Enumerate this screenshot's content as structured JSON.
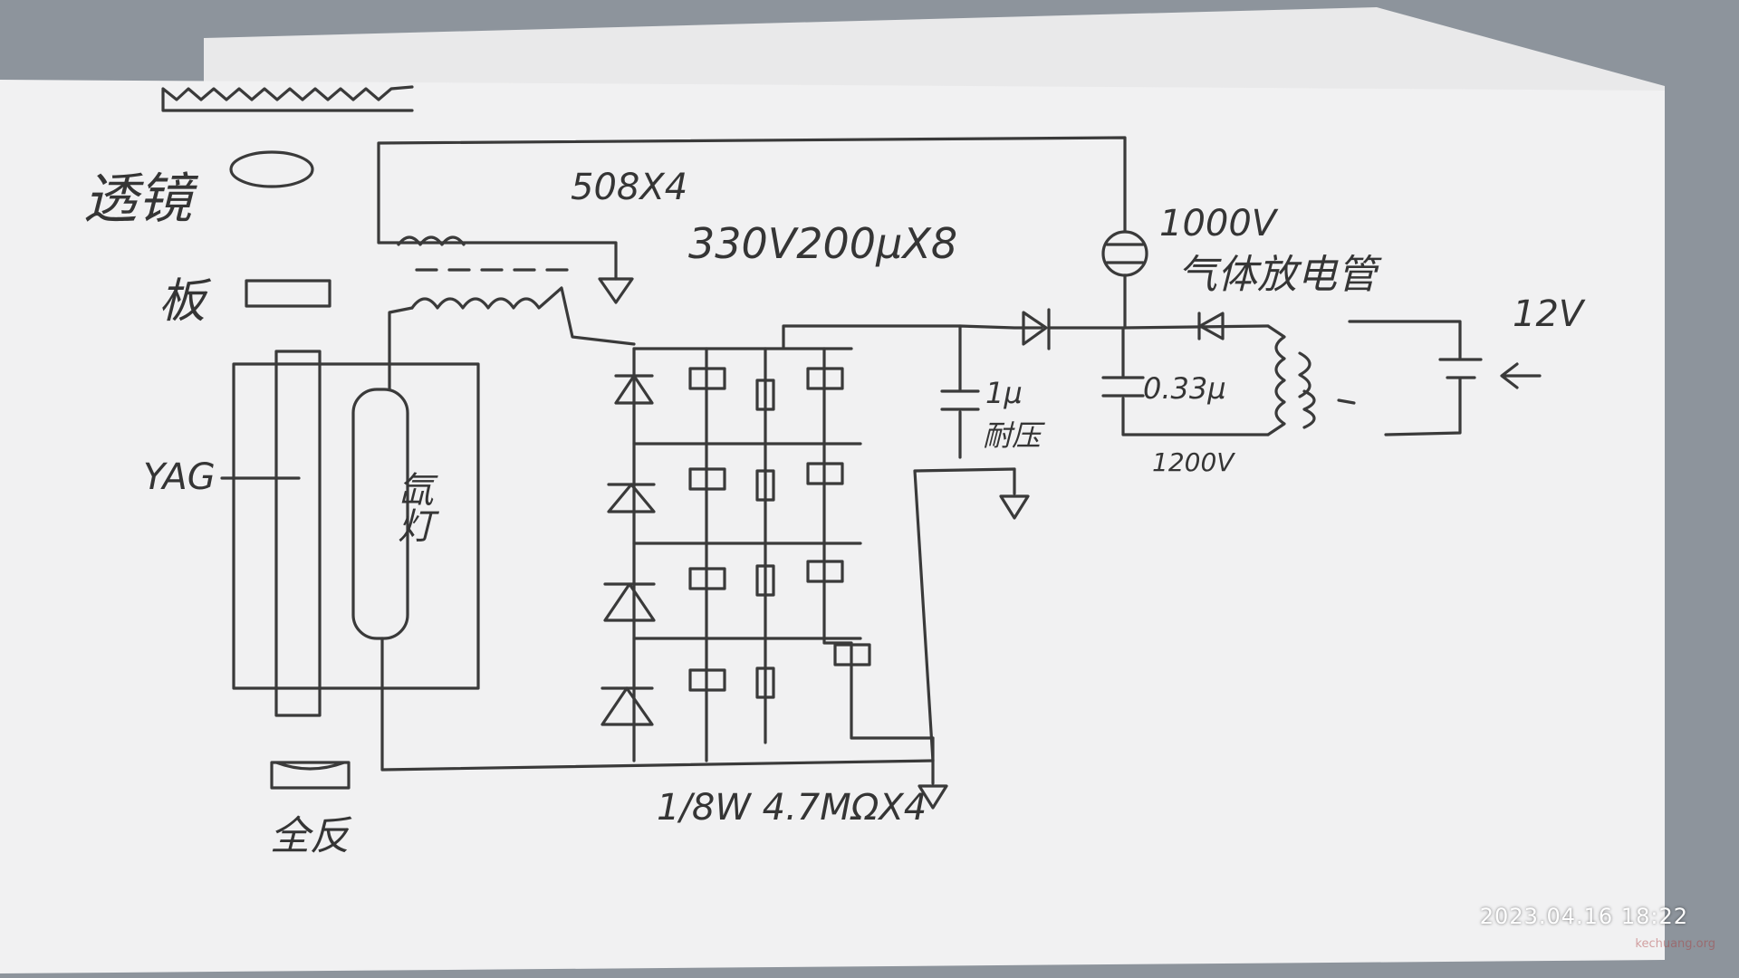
{
  "labels": {
    "mirror": "透镜",
    "plate": "板",
    "crystal": "YAG",
    "lamp": "氙灯",
    "full_mirror": "全反",
    "pulse_transformer": "508X4",
    "caps": "330V200μX8",
    "discharge_voltage": "1000V",
    "discharge_tube": "气体放电管",
    "trigger_cap": "1μ",
    "trigger_cap_2": "耐压",
    "main_cap": "0.33μ",
    "output_voltage": "1200V",
    "supply": "12V",
    "resistors": "1/8W 4.7MΩX4"
  },
  "timestamp": "2023.04.16 18:22",
  "watermark": "kechuang.org"
}
